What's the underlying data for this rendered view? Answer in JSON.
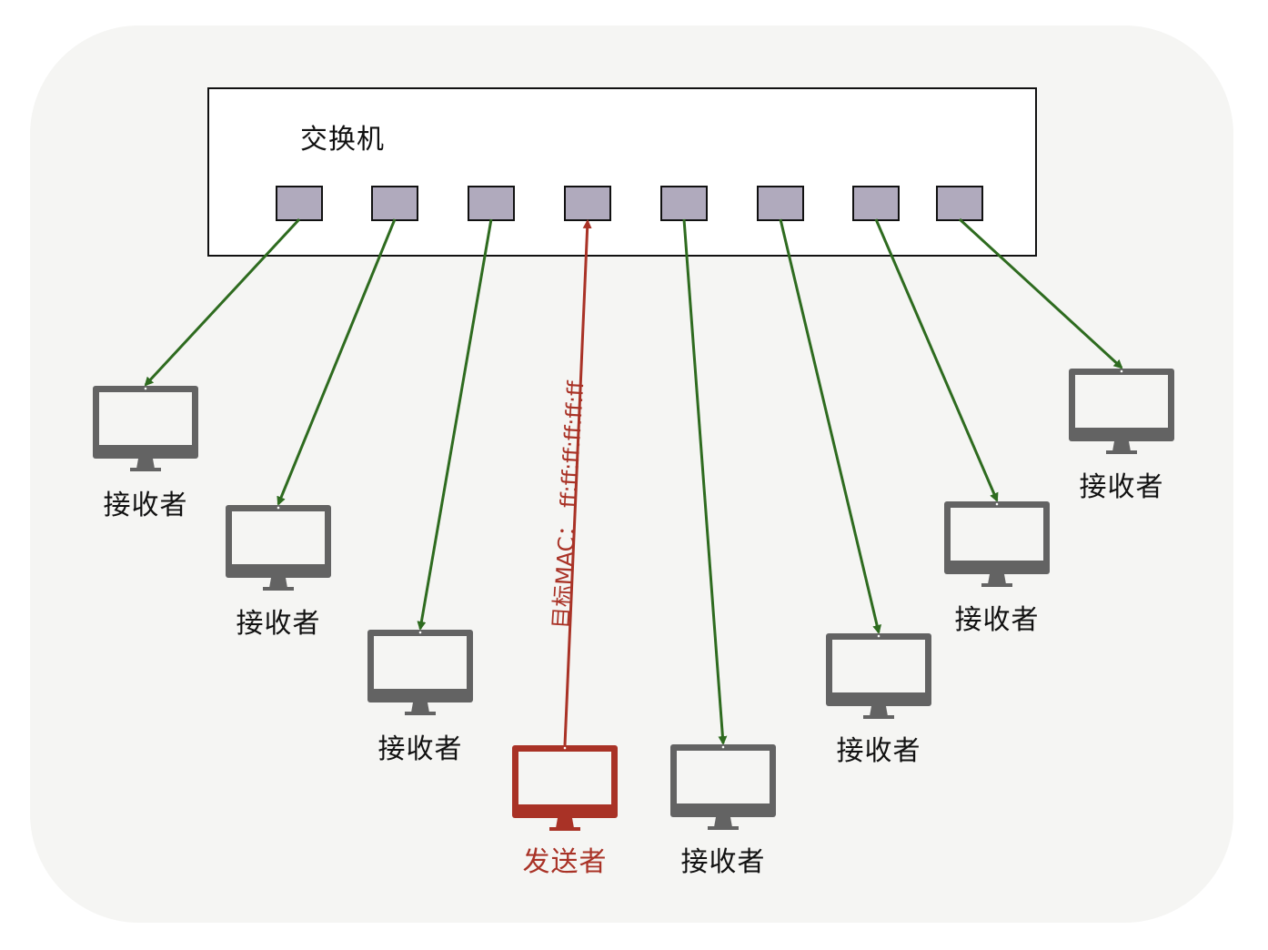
{
  "diagram": {
    "title": "Broadcast frame flooding by a switch",
    "switch": {
      "label": "交换机",
      "port_count": 8
    },
    "sender": {
      "label": "发送者",
      "port_index": 4,
      "color": "#a93226"
    },
    "frame": {
      "label": "目标MAC：  ff:ff:ff:ff:ff:ff",
      "dest_mac": "ff:ff:ff:ff:ff:ff"
    },
    "receivers": [
      {
        "label": "接收者",
        "port_index": 1
      },
      {
        "label": "接收者",
        "port_index": 2
      },
      {
        "label": "接收者",
        "port_index": 3
      },
      {
        "label": "接收者",
        "port_index": 5
      },
      {
        "label": "接收者",
        "port_index": 6
      },
      {
        "label": "接收者",
        "port_index": 7
      },
      {
        "label": "接收者",
        "port_index": 8
      }
    ],
    "colors": {
      "background": "#f5f5f3",
      "port_fill": "#b0aabd",
      "receiver_monitor": "#636363",
      "sender_monitor": "#a93226",
      "flood_arrow": "#2e6b1f",
      "sender_arrow": "#a93226"
    }
  }
}
